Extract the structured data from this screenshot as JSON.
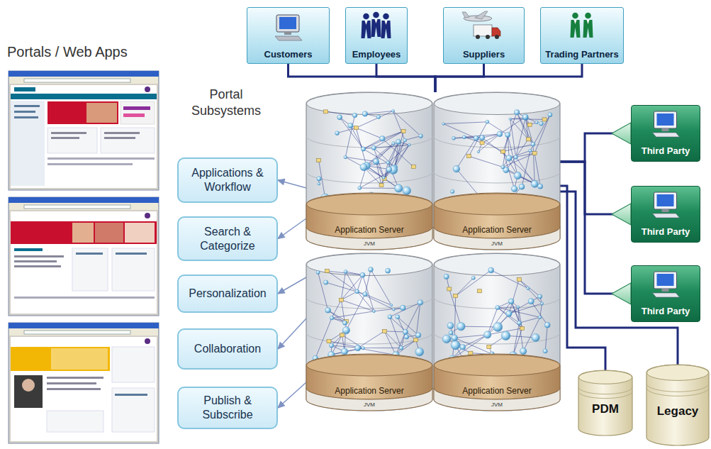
{
  "diagram": {
    "nodes": [
      {
        "text": [
          "Customers"
        ]
      },
      {
        "text": [
          "Employees"
        ]
      },
      {
        "text": [
          "Suppliers"
        ]
      },
      {
        "text": [
          "Trading Partners"
        ]
      },
      {
        "text": [
          "Application Server",
          "JVM"
        ]
      },
      {
        "text": [
          "Application Server",
          "JVM"
        ]
      },
      {
        "text": [
          "Application Server",
          "JVM"
        ]
      },
      {
        "text": [
          "Application Server",
          "JVM"
        ]
      },
      {
        "text": [
          "Applications & Workflow"
        ]
      },
      {
        "text": [
          "Search & Categorize"
        ]
      },
      {
        "text": [
          "Personalization"
        ]
      },
      {
        "text": [
          "Collaboration"
        ]
      },
      {
        "text": [
          "Publish & Subscribe"
        ]
      },
      {
        "text": [
          "Third Party"
        ]
      },
      {
        "text": [
          "Third Party"
        ]
      },
      {
        "text": [
          "Third Party"
        ]
      },
      {
        "text": [
          "PDM"
        ]
      },
      {
        "text": [
          "Legacy"
        ]
      }
    ],
    "edges": [
      {
        "from": 0,
        "to": 5,
        "arrow": "none"
      },
      {
        "from": 1,
        "to": 5,
        "arrow": "none"
      },
      {
        "from": 2,
        "to": 5,
        "arrow": "none"
      },
      {
        "from": 3,
        "to": 5,
        "arrow": "none"
      },
      {
        "from": 4,
        "to": 8,
        "arrow": "to"
      },
      {
        "from": 4,
        "to": 9,
        "arrow": "to"
      },
      {
        "from": 6,
        "to": 10,
        "arrow": "to"
      },
      {
        "from": 6,
        "to": 11,
        "arrow": "to"
      },
      {
        "from": 6,
        "to": 12,
        "arrow": "to"
      },
      {
        "from": 5,
        "to": 13,
        "arrow": "to"
      },
      {
        "from": 5,
        "to": 14,
        "arrow": "to"
      },
      {
        "from": 5,
        "to": 15,
        "arrow": "to"
      },
      {
        "from": 5,
        "to": 16,
        "arrow": "none"
      },
      {
        "from": 5,
        "to": 17,
        "arrow": "none"
      }
    ],
    "labels": [
      "Portals / Web Apps",
      "Portal Subsystems"
    ]
  }
}
